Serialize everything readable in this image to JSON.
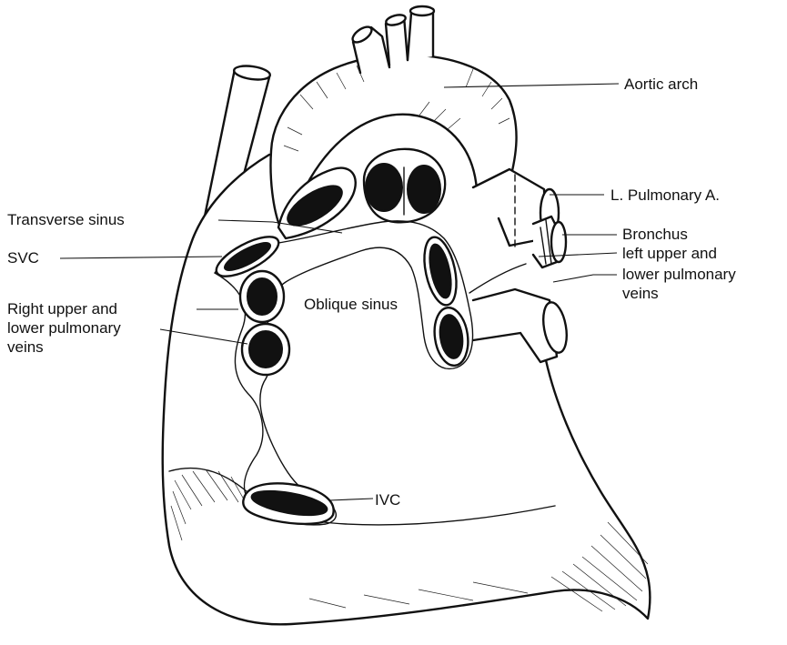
{
  "labels": {
    "aortic_arch": "Aortic arch",
    "l_pulmonary_a": "L. Pulmonary A.",
    "bronchus": "Bronchus",
    "left_pulm_veins_1": "left upper and",
    "left_pulm_veins_2": "lower pulmonary",
    "left_pulm_veins_3": "veins",
    "transverse_sinus": "Transverse sinus",
    "svc": "SVC",
    "right_pulm_veins_1": "Right upper and",
    "right_pulm_veins_2": "lower pulmonary",
    "right_pulm_veins_3": "veins",
    "oblique_sinus": "Oblique sinus",
    "ivc": "IVC"
  },
  "colors": {
    "ink": "#111111",
    "background": "#ffffff"
  }
}
